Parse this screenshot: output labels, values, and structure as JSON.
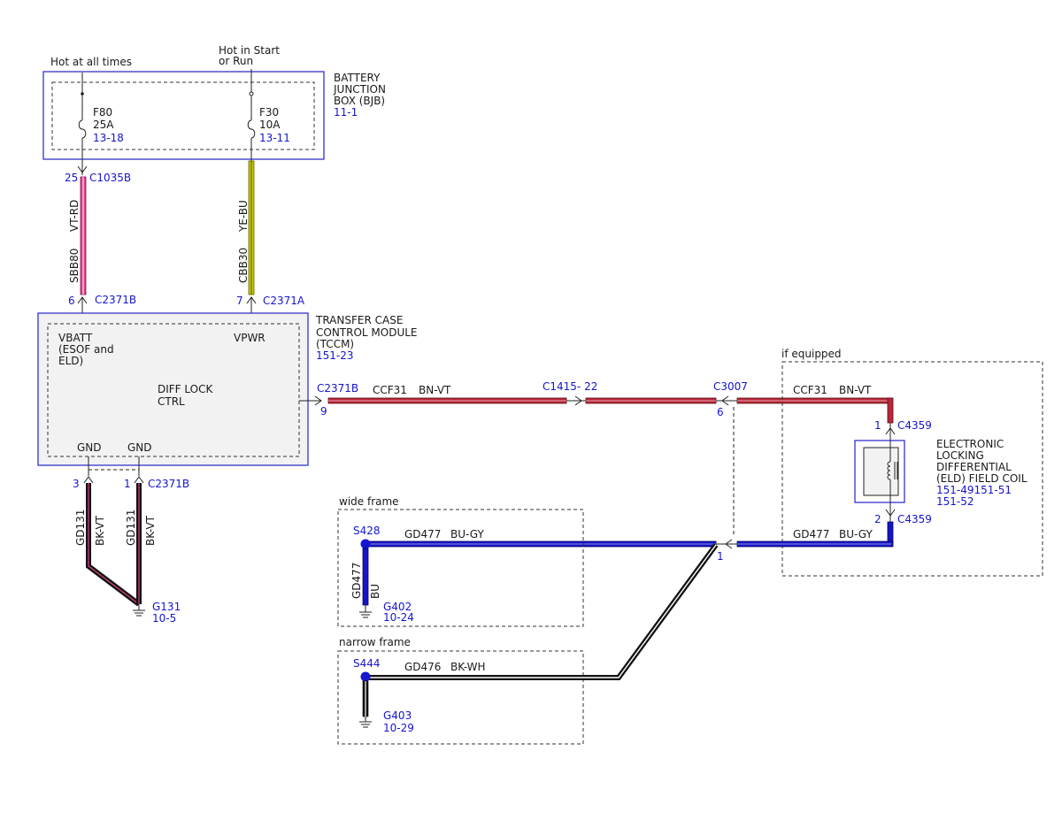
{
  "sources": {
    "hot_all": "Hot at all times",
    "hot_start_1": "Hot in Start",
    "hot_start_2": "or Run"
  },
  "bjb": {
    "title": [
      "BATTERY",
      "JUNCTION",
      "BOX (BJB)"
    ],
    "ref": "11-1",
    "fuse1": {
      "name": "F80",
      "rating": "25A",
      "ref": "13-18"
    },
    "fuse2": {
      "name": "F30",
      "rating": "10A",
      "ref": "13-11"
    }
  },
  "wires": {
    "w1": {
      "pin_top": "25",
      "conn_top": "C1035B",
      "color": "VT-RD",
      "circuit": "SBB80",
      "pin_bot": "6",
      "conn_bot": "C2371B"
    },
    "w2": {
      "color": "YE-BU",
      "circuit": "CBB30",
      "pin_bot": "7",
      "conn_bot": "C2371A"
    }
  },
  "tccm": {
    "title": [
      "TRANSFER CASE",
      "CONTROL MODULE",
      "(TCCM)"
    ],
    "ref": "151-23",
    "vbatt": [
      "VBATT",
      "(ESOF and",
      "ELD)"
    ],
    "vpwr": "VPWR",
    "diff": [
      "DIFF LOCK",
      "CTRL"
    ],
    "gnd1": "GND",
    "gnd2": "GND"
  },
  "output": {
    "conn": "C2371B",
    "pin": "9",
    "circuit": "CCF31",
    "color": "BN-VT",
    "inline": "C1415- 22",
    "c3007": "C3007",
    "c3007_pin6": "6",
    "c3007_pin1": "1"
  },
  "equipped": {
    "label": "if equipped",
    "circuit_top": "CCF31",
    "color_top": "BN-VT",
    "pin1": "1",
    "conn1": "C4359",
    "coil": [
      "ELECTRONIC",
      "LOCKING",
      "DIFFERENTIAL",
      "(ELD) FIELD COIL"
    ],
    "coil_ref1": "151-49151-51",
    "coil_ref2": "151-52",
    "pin2": "2",
    "conn2": "C4359",
    "circuit_bot": "GD477",
    "color_bot": "BU-GY"
  },
  "ground": {
    "pin3": "3",
    "pin1": "1",
    "conn": "C2371B",
    "circuit1": "GD131",
    "color1": "BK-VT",
    "circuit2": "GD131",
    "color2": "BK-VT",
    "g": "G131",
    "g_ref": "10-5"
  },
  "wide": {
    "label": "wide frame",
    "splice": "S428",
    "circuit": "GD477",
    "color": "BU-GY",
    "vcircuit": "GD477",
    "vcolor": "BU",
    "g": "G402",
    "g_ref": "10-24"
  },
  "narrow": {
    "label": "narrow frame",
    "splice": "S444",
    "circuit": "GD476",
    "color": "BK-WH",
    "g": "G403",
    "g_ref": "10-29"
  },
  "colors": {
    "ref_text": "#1515d0",
    "vt_rd": "#e0408a",
    "ye_bu": "#c8c800",
    "bn_vt": "#b8283a",
    "bu_gy": "#1515c8",
    "bk_vt": "#111111",
    "bk_wh": "#111111"
  }
}
